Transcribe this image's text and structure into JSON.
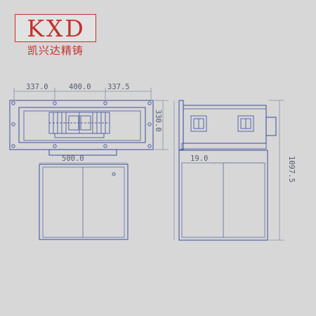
{
  "brand": {
    "logo_text": "KXD",
    "subtitle": "凯兴达精铸",
    "color": "#c5302b"
  },
  "colors": {
    "line": "#4a5aa0",
    "dim_line": "#8a8fa6",
    "text": "#555b6e",
    "background": "#d7d7d7"
  },
  "front_view": {
    "dim_left": "337.0",
    "dim_middle": "400.0",
    "dim_right": "337.5",
    "dim_height": "330.0",
    "dim_width": "500.0"
  },
  "side_view": {
    "dim_offset": "19.0",
    "dim_total_height": "1097.5"
  }
}
